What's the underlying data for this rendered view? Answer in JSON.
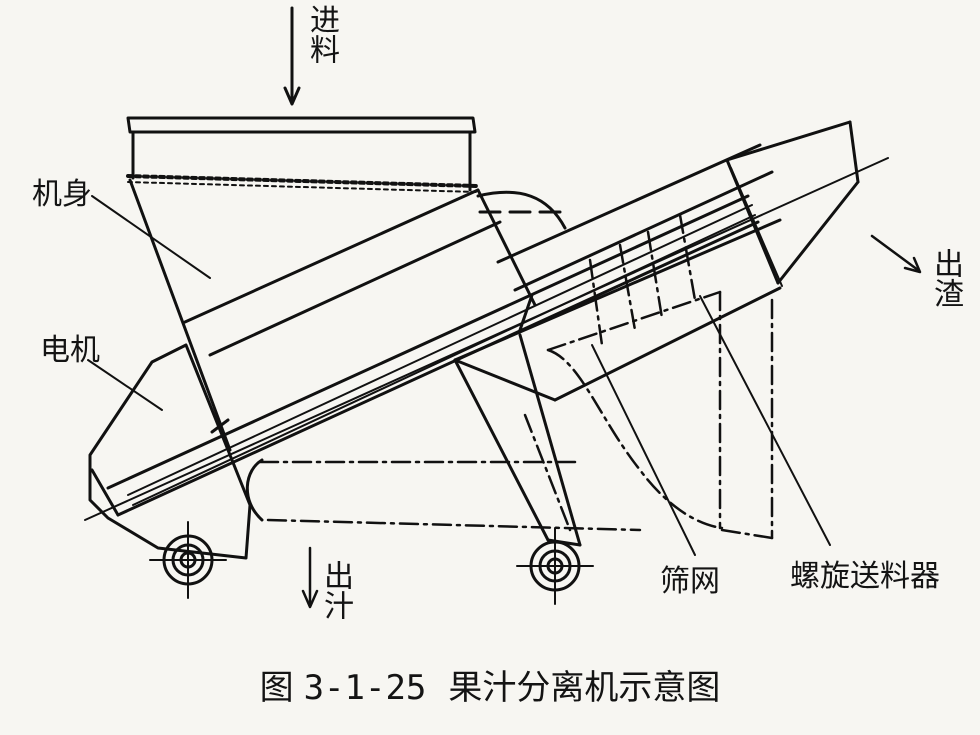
{
  "labels": {
    "feed_in": "进料",
    "machine_body": "机身",
    "motor": "电机",
    "residue_out": "出渣",
    "juice_out": "出汁",
    "screen": "筛网",
    "screw_feeder": "螺旋送料器"
  },
  "caption": {
    "prefix": "图",
    "number": "3-1-25",
    "title": "果汁分离机示意图"
  }
}
